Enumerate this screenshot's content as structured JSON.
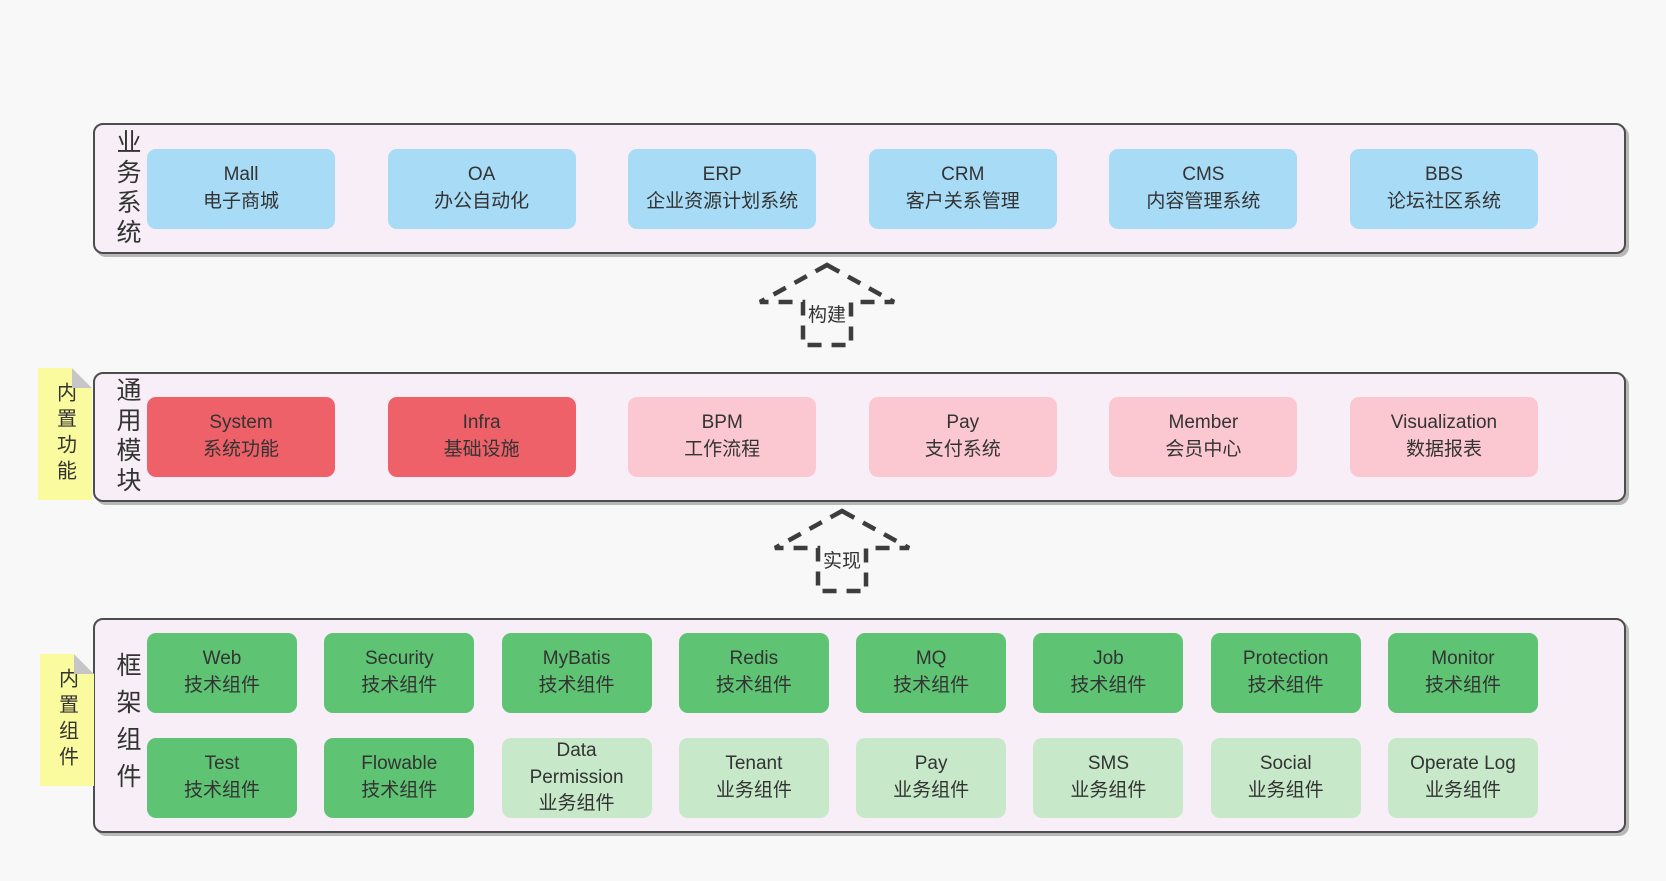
{
  "colors": {
    "page_bg": "#f8f8f8",
    "section_bg": "#f8eef7",
    "section_border": "#4d4d4d",
    "box_blue": "#a7dbf6",
    "box_red": "#ef6168",
    "box_pink": "#fbc8d1",
    "box_green": "#5fc374",
    "box_light_green": "#c7e9c9",
    "note_yellow": "#fafa9e",
    "note_fold_gray": "#c6c6c8",
    "text": "#333333"
  },
  "sections": [
    {
      "id": "business-systems",
      "side_label": "业务系统",
      "boxes": [
        {
          "en": "Mall",
          "zh": "电子商城"
        },
        {
          "en": "OA",
          "zh": "办公自动化"
        },
        {
          "en": "ERP",
          "zh": "企业资源计划系统"
        },
        {
          "en": "CRM",
          "zh": "客户关系管理"
        },
        {
          "en": "CMS",
          "zh": "内容管理系统"
        },
        {
          "en": "BBS",
          "zh": "论坛社区系统"
        }
      ]
    },
    {
      "id": "common-modules",
      "side_label": "通用模块",
      "note_label": "内置功能",
      "boxes": [
        {
          "en": "System",
          "zh": "系统功能"
        },
        {
          "en": "Infra",
          "zh": "基础设施"
        },
        {
          "en": "BPM",
          "zh": "工作流程"
        },
        {
          "en": "Pay",
          "zh": "支付系统"
        },
        {
          "en": "Member",
          "zh": "会员中心"
        },
        {
          "en": "Visualization",
          "zh": "数据报表"
        }
      ]
    },
    {
      "id": "framework-components",
      "side_label": "框架组件",
      "note_label": "内置组件",
      "rows": [
        [
          {
            "en": "Web",
            "zh": "技术组件"
          },
          {
            "en": "Security",
            "zh": "技术组件"
          },
          {
            "en": "MyBatis",
            "zh": "技术组件"
          },
          {
            "en": "Redis",
            "zh": "技术组件"
          },
          {
            "en": "MQ",
            "zh": "技术组件"
          },
          {
            "en": "Job",
            "zh": "技术组件"
          },
          {
            "en": "Protection",
            "zh": "技术组件"
          },
          {
            "en": "Monitor",
            "zh": "技术组件"
          }
        ],
        [
          {
            "en": "Test",
            "zh": "技术组件"
          },
          {
            "en": "Flowable",
            "zh": "技术组件"
          },
          {
            "en": "Data Permission",
            "zh": "业务组件"
          },
          {
            "en": "Tenant",
            "zh": "业务组件"
          },
          {
            "en": "Pay",
            "zh": "业务组件"
          },
          {
            "en": "SMS",
            "zh": "业务组件"
          },
          {
            "en": "Social",
            "zh": "业务组件"
          },
          {
            "en": "Operate Log",
            "zh": "业务组件"
          }
        ]
      ]
    }
  ],
  "arrows": [
    {
      "label": "构建"
    },
    {
      "label": "实现"
    }
  ]
}
